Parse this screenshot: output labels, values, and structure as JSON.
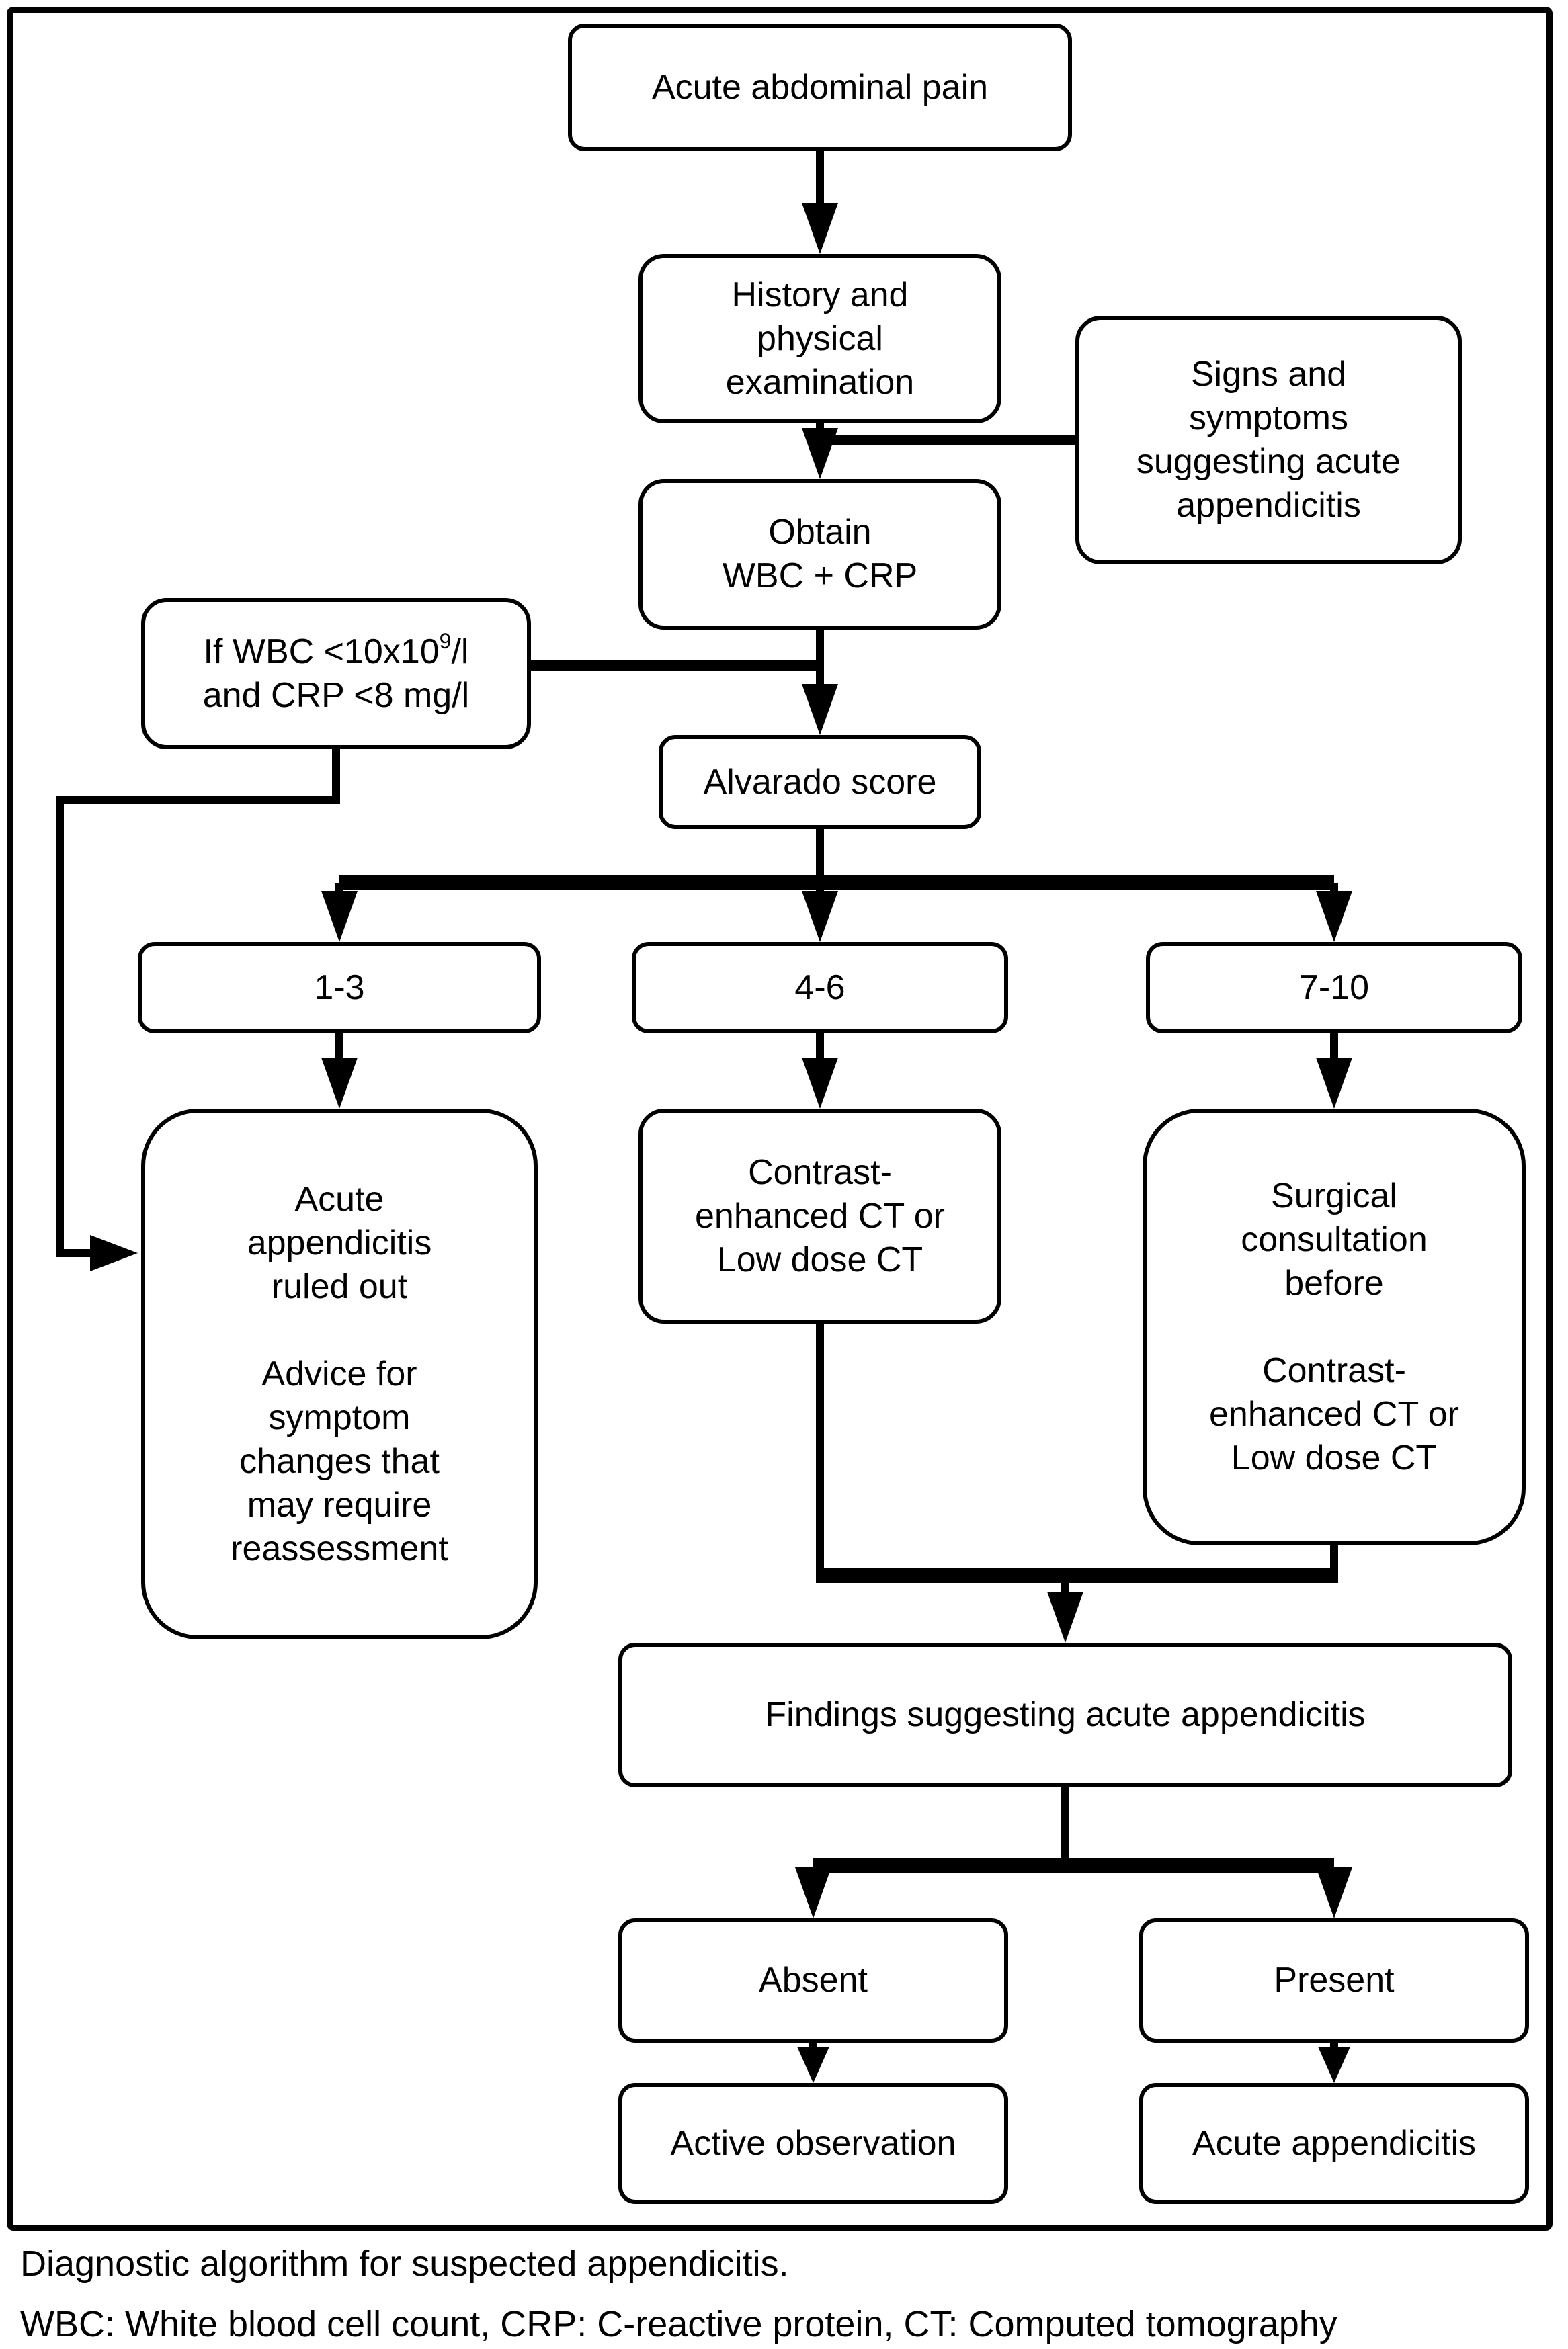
{
  "figure": {
    "nodes": {
      "pain": {
        "text": "Acute abdominal pain"
      },
      "history": {
        "text": "History and\nphysical\nexamination"
      },
      "signs": {
        "text": "Signs and\nsymptoms\nsuggesting acute\nappendicitis"
      },
      "obtain": {
        "text": "Obtain\nWBC + CRP"
      },
      "ifwbc": {
        "line1_base": "If WBC <10x10",
        "line1_sup": "9",
        "line1_rest": "/l",
        "line2": "and CRP <8 mg/l"
      },
      "alvarado": {
        "text": "Alvarado score"
      },
      "score_1_3": {
        "text": "1-3"
      },
      "score_4_6": {
        "text": "4-6"
      },
      "score_7_10": {
        "text": "7-10"
      },
      "ruled_out": {
        "text": "Acute\nappendicitis\nruled out\n\nAdvice for\nsymptom\nchanges that\nmay require\nreassessment"
      },
      "contrast_ct": {
        "text": "Contrast-\nenhanced CT or\nLow dose CT"
      },
      "surgical": {
        "text": "Surgical\nconsultation\nbefore\n\nContrast-\nenhanced CT or\nLow dose CT"
      },
      "findings": {
        "text": "Findings suggesting acute appendicitis"
      },
      "absent": {
        "text": "Absent"
      },
      "present": {
        "text": "Present"
      },
      "active_observation": {
        "text": "Active observation"
      },
      "acute_appendicitis": {
        "text": "Acute appendicitis"
      }
    },
    "caption_line1": "Diagnostic algorithm for suspected appendicitis.",
    "caption_line2": "WBC: White blood cell count, CRP: C-reactive protein, CT: Computed tomography",
    "colors": {
      "line": "#000000",
      "box_border": "#000000",
      "box_fill": "#ffffff",
      "text": "#000000",
      "background": "#ffffff"
    }
  }
}
